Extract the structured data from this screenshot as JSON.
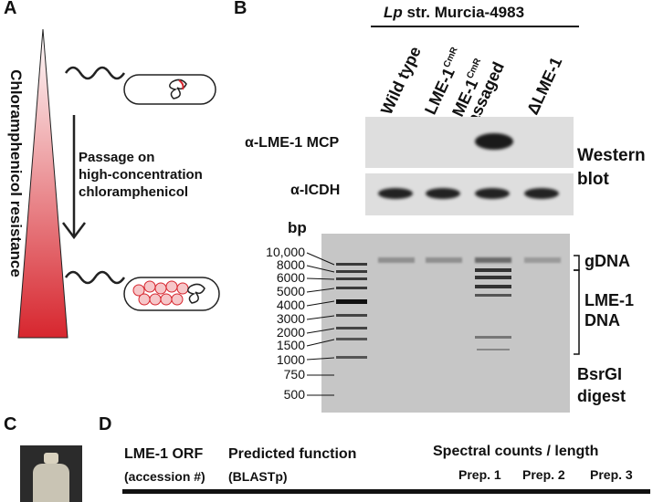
{
  "panels": {
    "A": "A",
    "B": "B",
    "C": "C",
    "D": "D"
  },
  "panelA": {
    "axis_label": "Chloramphenicol resistance",
    "passage_line1": "Passage on",
    "passage_line2": "high-concentration",
    "passage_line3": "chloramphenicol"
  },
  "panelB": {
    "strain_header_prefix": "Lp",
    "strain_header_rest": " str. Murcia-4983",
    "lanes": [
      {
        "main": "Wild type",
        "sup": "",
        "line2": ""
      },
      {
        "main": "LME-1",
        "sup": "CmR",
        "line2": ""
      },
      {
        "main": "LME-1",
        "sup": "CmR",
        "line2": "passaged"
      },
      {
        "main": "ΔLME-1",
        "sup": "",
        "line2": ""
      }
    ],
    "blot_row1_label": "α-LME-1 MCP",
    "blot_row2_label": "α-ICDH",
    "western_line1": "Western",
    "western_line2": "blot",
    "bp_label": "bp",
    "ladder": [
      "10,000",
      "8000",
      "6000",
      "5000",
      "4000",
      "3000",
      "2000",
      "1500",
      "1000",
      "750",
      "500"
    ],
    "gdna_label": "gDNA",
    "lme_dna_line1": "LME-1",
    "lme_dna_line2": "DNA",
    "digest_line1": "BsrGI",
    "digest_line2": "digest"
  },
  "panelD": {
    "col1_line1": "LME-1 ORF",
    "col1_line2": "(accession #)",
    "col2_line1": "Predicted function",
    "col2_line2": "(BLASTp)",
    "col3_line1": "Spectral counts / length",
    "preps": [
      "Prep. 1",
      "Prep. 2",
      "Prep. 3"
    ]
  },
  "colors": {
    "triangle_top": "#ffffff",
    "triangle_bottom": "#d7262e",
    "gel_bg": "#c9c9c9",
    "blot_bg": "#dedede"
  }
}
